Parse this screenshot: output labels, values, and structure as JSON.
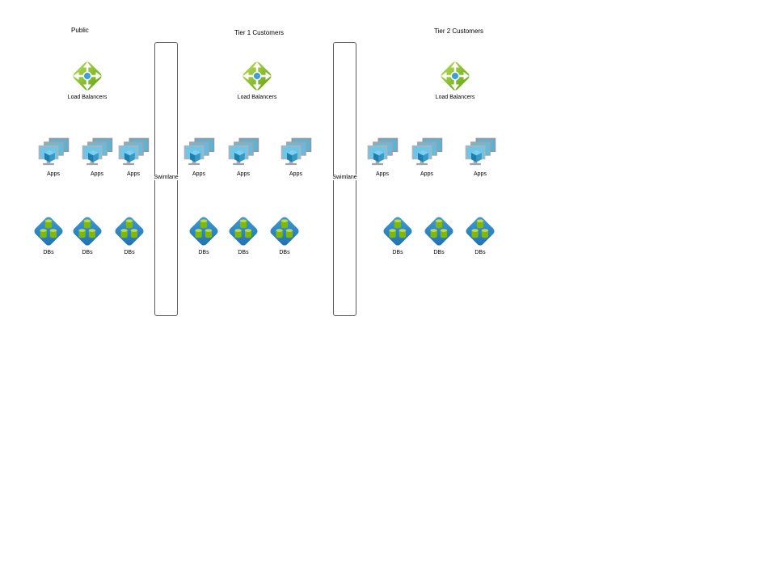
{
  "colors": {
    "load_balancer_green": "#7fba00",
    "database_blue": "#2e86c8",
    "screen_blue": "#5fb8dd",
    "cylinder_green": "#7fba00",
    "cylinder_green_light": "#bada55",
    "swimlane_border": "#5b5b5b"
  },
  "lanes": [
    {
      "title": "Public",
      "load_balancer": {
        "label": "Load Balancers"
      },
      "apps": [
        "Apps",
        "Apps",
        "Apps"
      ],
      "dbs": [
        "DBs",
        "DBs",
        "DBs"
      ]
    },
    {
      "title": "Tier 1 Customers",
      "load_balancer": {
        "label": "Load Balancers"
      },
      "apps": [
        "Apps",
        "Apps",
        "Apps"
      ],
      "dbs": [
        "DBs",
        "DBs",
        "DBs"
      ]
    },
    {
      "title": "Tier 2 Customers",
      "load_balancer": {
        "label": "Load Balancers"
      },
      "apps": [
        "Apps",
        "Apps",
        "Apps"
      ],
      "dbs": [
        "DBs",
        "DBs",
        "DBs"
      ]
    }
  ],
  "swimlanes": [
    {
      "label": "Swimlane"
    },
    {
      "label": "Swimlane"
    }
  ]
}
